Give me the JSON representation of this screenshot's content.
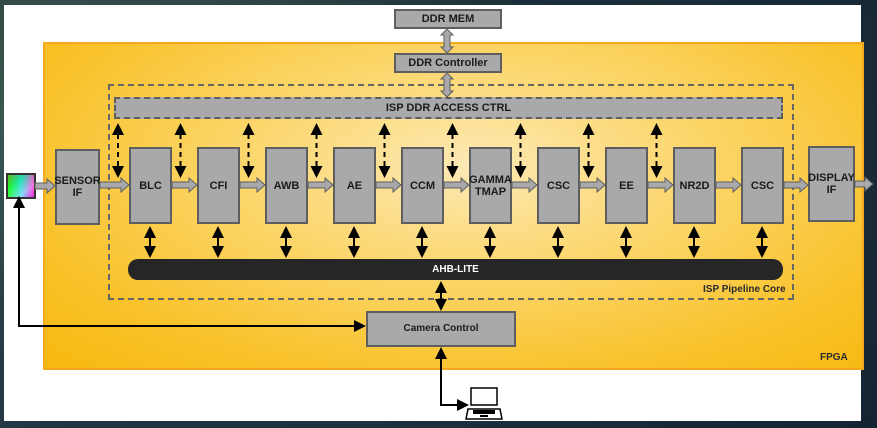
{
  "diagram": {
    "memory": {
      "ddr_mem": "DDR MEM",
      "ddr_controller": "DDR Controller",
      "access_ctrl": "ISP DDR ACCESS CTRL"
    },
    "input_block": {
      "line1": "SENSOR",
      "line2": "IF"
    },
    "pipeline": [
      {
        "line1": "BLC",
        "line2": ""
      },
      {
        "line1": "CFI",
        "line2": ""
      },
      {
        "line1": "AWB",
        "line2": ""
      },
      {
        "line1": "AE",
        "line2": ""
      },
      {
        "line1": "CCM",
        "line2": ""
      },
      {
        "line1": "GAMMA",
        "line2": "TMAP"
      },
      {
        "line1": "CSC",
        "line2": ""
      },
      {
        "line1": "EE",
        "line2": ""
      },
      {
        "line1": "NR2D",
        "line2": ""
      },
      {
        "line1": "CSC",
        "line2": ""
      }
    ],
    "output_block": {
      "line1": "DISPLAY",
      "line2": "IF"
    },
    "bus_label": "AHB-LITE",
    "core_label": "ISP Pipeline Core",
    "camera_control": "Camera Control",
    "fpga_label": "FPGA",
    "icons": {
      "sensor": "image-sensor-icon",
      "host": "laptop-icon"
    },
    "colors": {
      "fpga_fill": "#f9c22a",
      "block_fill": "#a9a9ab",
      "bus_fill": "#262626"
    }
  }
}
